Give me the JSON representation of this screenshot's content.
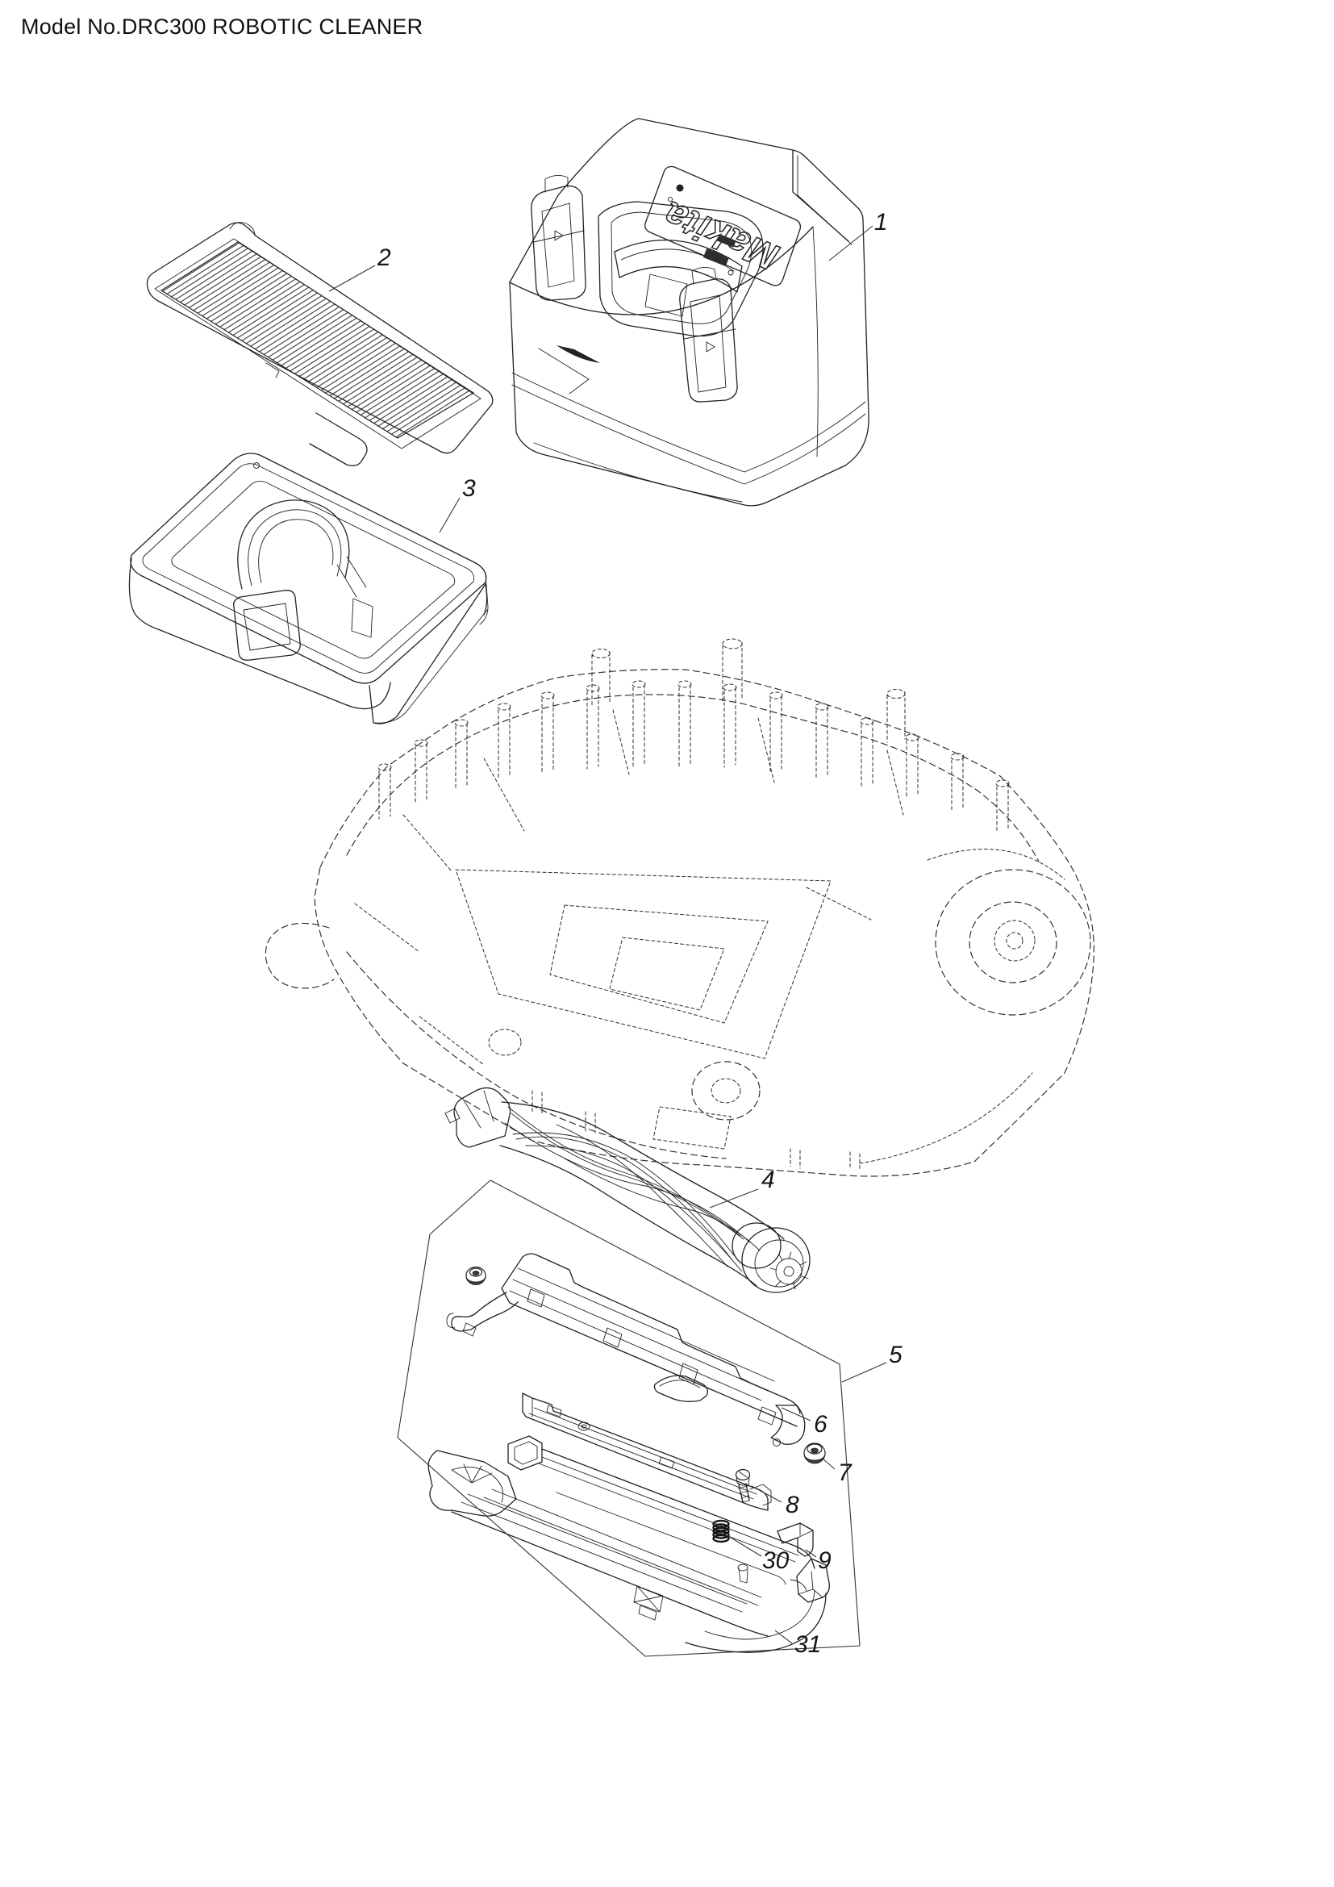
{
  "page": {
    "title": "Model No.DRC300 ROBOTIC CLEANER",
    "background_color": "#ffffff",
    "line_color": "#222222"
  },
  "brand": {
    "logo_text": "Makita"
  },
  "callouts": [
    {
      "label": "1"
    },
    {
      "label": "2"
    },
    {
      "label": "3"
    },
    {
      "label": "4"
    },
    {
      "label": "5"
    },
    {
      "label": "6"
    },
    {
      "label": "7"
    },
    {
      "label": "8"
    },
    {
      "label": "9"
    },
    {
      "label": "30"
    },
    {
      "label": "31"
    }
  ]
}
